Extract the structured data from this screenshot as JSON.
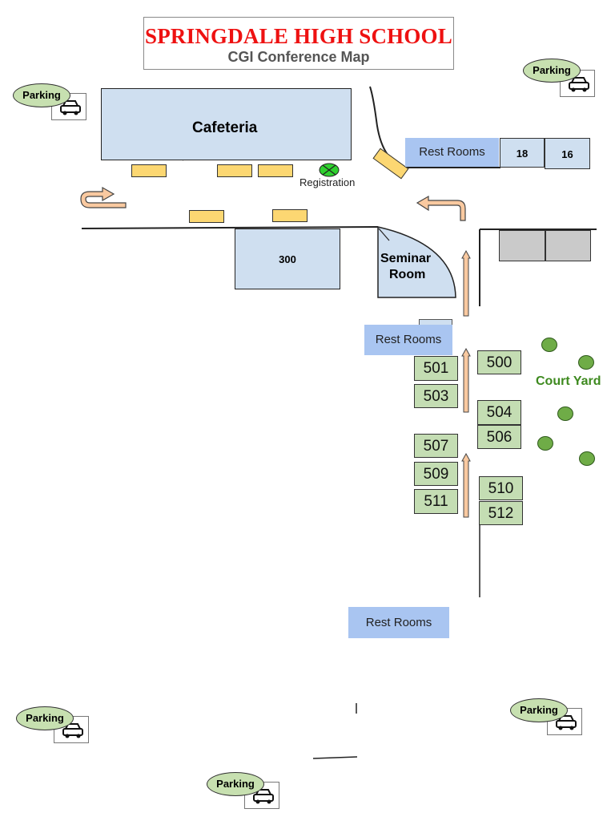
{
  "header": {
    "school_name": "SPRINGDALE HIGH SCHOOL",
    "map_title": "CGI Conference Map"
  },
  "buildings": {
    "cafeteria": "Cafeteria",
    "room_300": "300",
    "seminar_room_line1": "Seminar",
    "seminar_room_line2": "Room",
    "room_18": "18",
    "room_16": "16"
  },
  "registration": {
    "label": "Registration"
  },
  "rest_rooms": {
    "top": "Rest Rooms",
    "middle": "Rest Rooms",
    "bottom": "Rest Rooms"
  },
  "rooms_500": {
    "r500": "500",
    "r501": "501",
    "r503": "503",
    "r504": "504",
    "r506": "506",
    "r507": "507",
    "r509": "509",
    "r510": "510",
    "r511": "511",
    "r512": "512"
  },
  "court_yard": {
    "label": "Court Yard"
  },
  "parking": {
    "top_left": "Parking",
    "top_right": "Parking",
    "bottom_left": "Parking",
    "bottom_right": "Parking",
    "bottom_center": "Parking"
  },
  "colors": {
    "title_red": "#ee1111",
    "building_blue": "#cfdff0",
    "restroom_blue": "#a9c5f1",
    "room_green": "#c4ddb3",
    "table_yellow": "#fcd772",
    "arrow_peach": "#f9c9a0",
    "tree_green": "#6fac47",
    "court_yard_text": "#3e8a1f"
  },
  "icons": [
    "car-icon",
    "registration-marker-icon",
    "direction-arrow-icon",
    "tree-icon"
  ]
}
